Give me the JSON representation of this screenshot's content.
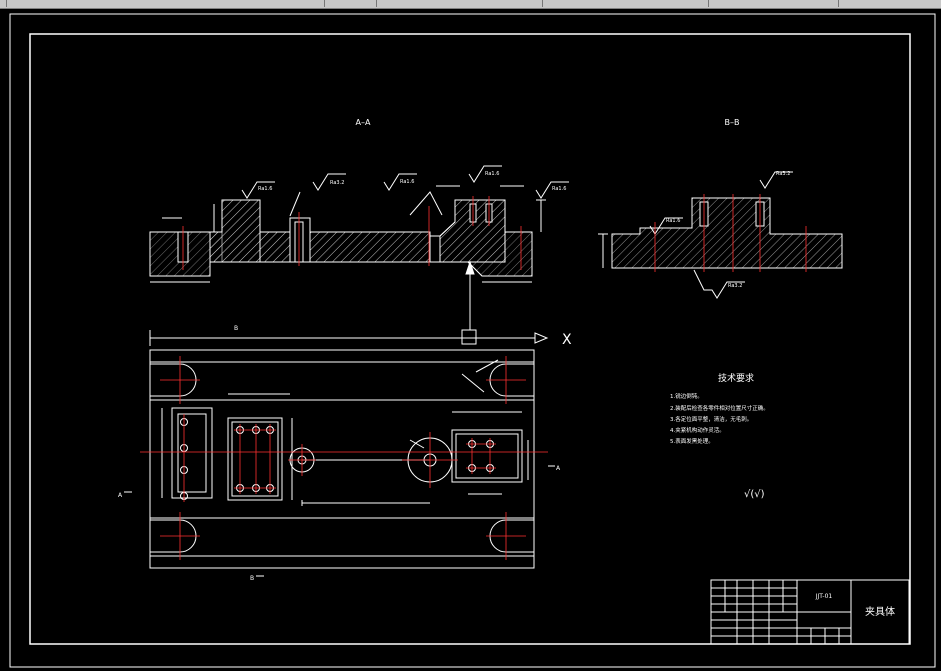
{
  "section_labels": {
    "aa": "A–A",
    "bb": "B–B"
  },
  "view_marks": {
    "a_left": "A",
    "a_right": "A",
    "b_top": "B",
    "b_bottom": "B",
    "x_axis": "X"
  },
  "surface_finish": [
    "Ra1.6",
    "Ra3.2",
    "Ra1.6",
    "Ra1.6",
    "Ra1.6",
    "Ra1.6",
    "Ra3.2",
    "Ra3.2"
  ],
  "tech_requirements": {
    "title": "技术要求",
    "items": [
      "1.锐边倒钝。",
      "2.装配后检查各零件相对位置尺寸正确。",
      "3.各定位面平整，清洁，无毛刺。",
      "4.夹紧机构动作灵活。",
      "5.表面发黑处理。"
    ],
    "roughness_note": "√(√)"
  },
  "title_block": {
    "drawing_title": "夹具体",
    "code": "JJT-01"
  },
  "colors": {
    "outline": "#ffffff",
    "centerline": "#ff3030",
    "hatch": "#ffffff",
    "background": "#000000"
  }
}
